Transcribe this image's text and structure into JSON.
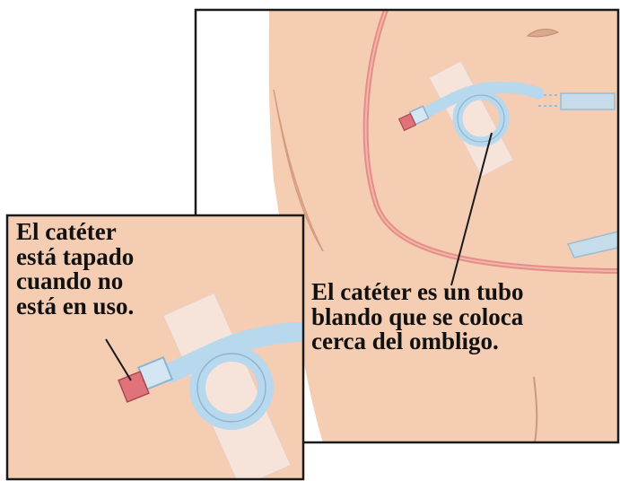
{
  "captions": {
    "main": {
      "lines": [
        "El catéter es un tubo",
        "blando que se coloca",
        "cerca del ombligo."
      ]
    },
    "inset": {
      "lines": [
        "El catéter",
        "está tapado",
        "cuando no",
        "está en uso."
      ]
    }
  },
  "colors": {
    "skin": "#f4cdb3",
    "skin_shadow": "#e9b597",
    "membrane": "#e58e86",
    "catheter": "#b8d8ee",
    "tape": "#f6e6e0",
    "cap": "#e0727a",
    "frame": "#1a1a1a"
  }
}
